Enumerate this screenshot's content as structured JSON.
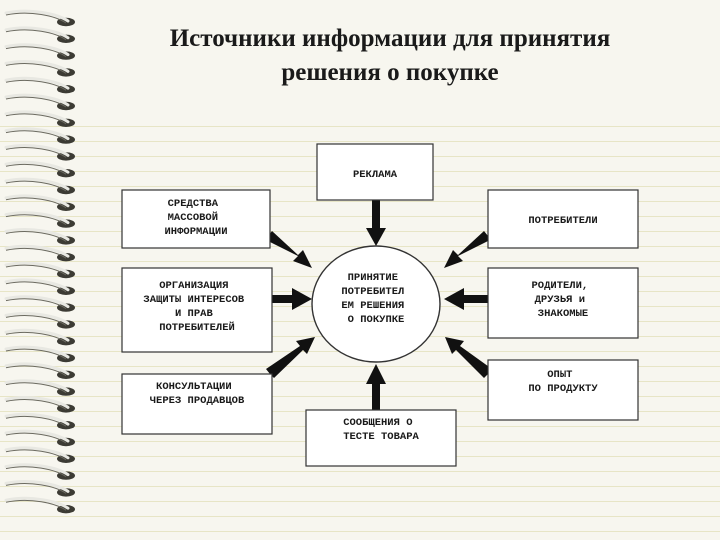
{
  "title": {
    "line1": "Источники информации для принятия",
    "line2": "решения о покупке"
  },
  "diagram": {
    "center": [
      "ПРИНЯТИЕ",
      "ПОТРЕБИТЕЛ",
      "ЕМ РЕШЕНИЯ",
      "О ПОКУПКЕ"
    ],
    "sources": {
      "advertising": [
        "РЕКЛАМА"
      ],
      "mass_media": [
        "СРЕДСТВА",
        "МАССОВОЙ",
        "ИНФОРМАЦИИ"
      ],
      "consumers": [
        "ПОТРЕБИТЕЛИ"
      ],
      "consumer_protection": [
        "ОРГАНИЗАЦИЯ",
        "ЗАЩИТЫ ИНТЕРЕСОВ",
        "И ПРАВ",
        "ПОТРЕБИТЕЛЕЙ"
      ],
      "relatives_friends": [
        "РОДИТЕЛИ,",
        "ДРУЗЬЯ и",
        "ЗНАКОМЫЕ"
      ],
      "sales_consultations": [
        "КОНСУЛЬТАЦИИ",
        "ЧЕРЕЗ ПРОДАВЦОВ"
      ],
      "product_experience": [
        "ОПЫТ",
        "ПО ПРОДУКТУ"
      ],
      "product_test_reports": [
        "СООБЩЕНИЯ О",
        "ТЕСТЕ ТОВАРА"
      ]
    }
  }
}
